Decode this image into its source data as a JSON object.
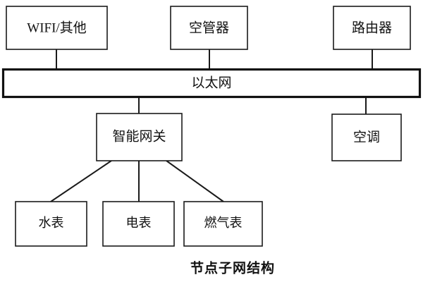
{
  "diagram": {
    "caption": "节点子网结构",
    "background_color": "#ffffff",
    "line_color": "#1a1a1a",
    "bus": {
      "label": "以太网",
      "name": "ethernet-bus"
    },
    "nodes": {
      "wifi": "WIFI/其他",
      "air_controller": "空管器",
      "router": "路由器",
      "gateway": "智能网关",
      "air_conditioner": "空调",
      "water_meter": "水表",
      "electric_meter": "电表",
      "gas_meter": "燃气表"
    }
  }
}
